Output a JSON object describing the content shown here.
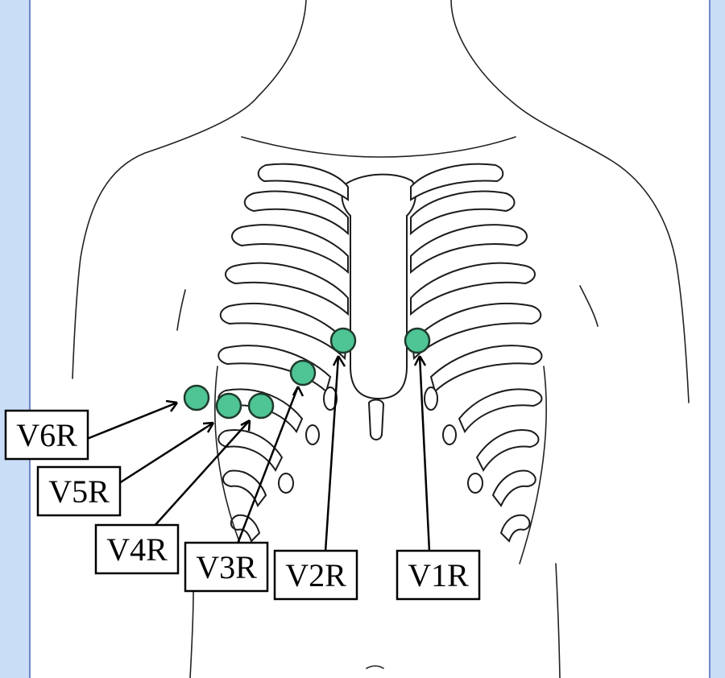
{
  "diagram": {
    "colors": {
      "background": "#c9ddf7",
      "panel": "#ffffff",
      "panel_border": "#6f86c8",
      "electrode": "#4fc494",
      "outline": "#000000"
    },
    "leads": [
      {
        "id": "v6r",
        "label": "V6R"
      },
      {
        "id": "v5r",
        "label": "V5R"
      },
      {
        "id": "v4r",
        "label": "V4R"
      },
      {
        "id": "v3r",
        "label": "V3R"
      },
      {
        "id": "v2r",
        "label": "V2R"
      },
      {
        "id": "v1r",
        "label": "V1R"
      }
    ]
  }
}
